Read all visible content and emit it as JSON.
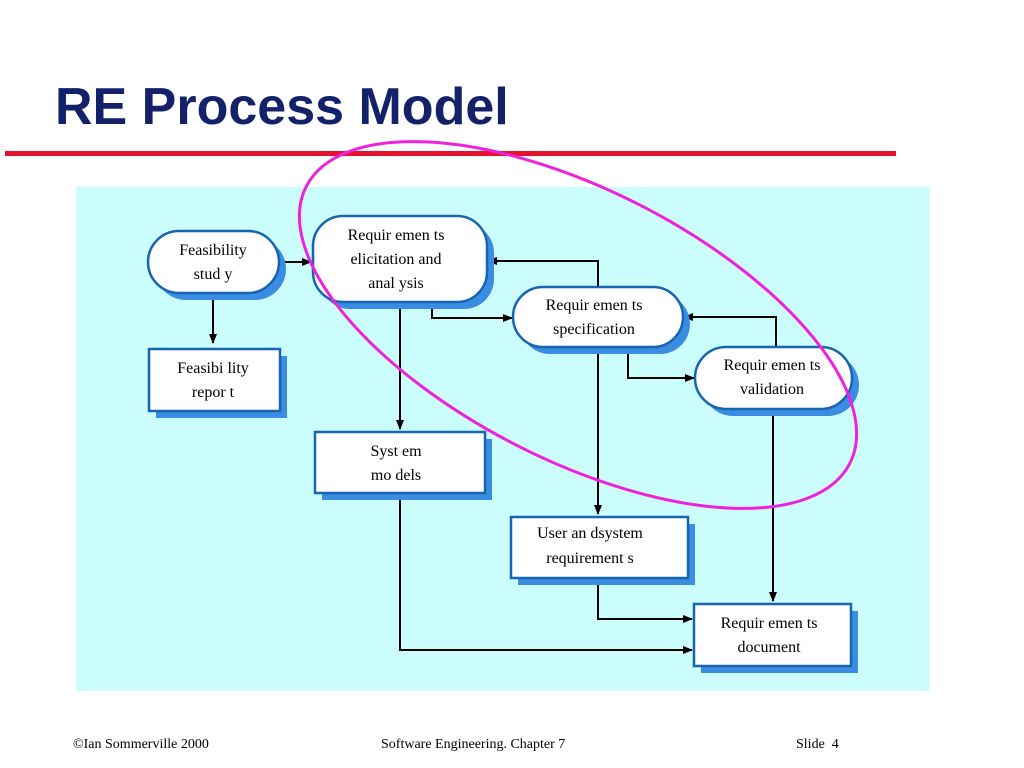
{
  "slide": {
    "title": "RE Process Model"
  },
  "diagram": {
    "nodes": {
      "feasibility_study": {
        "line1": "Feasibility",
        "line2": "stud y"
      },
      "elicitation": {
        "line1": "Requir emen ts",
        "line2": "elicitation and",
        "line3": "anal ysis"
      },
      "specification": {
        "line1": "Requir emen ts",
        "line2": "specification"
      },
      "validation": {
        "line1": "Requir emen ts",
        "line2": "validation"
      },
      "feasibility_report": {
        "line1": "Feasibi lity",
        "line2": "repor t"
      },
      "system_models": {
        "line1": "Syst em",
        "line2": "mo dels"
      },
      "user_system_requirements": {
        "line1": "User an dsystem",
        "line2": "requirement s"
      },
      "requirements_document": {
        "line1": "Requir emen ts",
        "line2": "document"
      }
    },
    "colors": {
      "background": "#ccfdfd",
      "node_fill": "#ffffff",
      "node_border": "#1764b0",
      "node_shadow": "#3a8de0",
      "arrow": "#000000",
      "highlight_ellipse": "#ee22dd"
    }
  },
  "footer": {
    "copyright": "©Ian Sommerville 2000",
    "course": "Software Engineering. Chapter 7",
    "slide_label": "Slide",
    "slide_number": "4"
  }
}
